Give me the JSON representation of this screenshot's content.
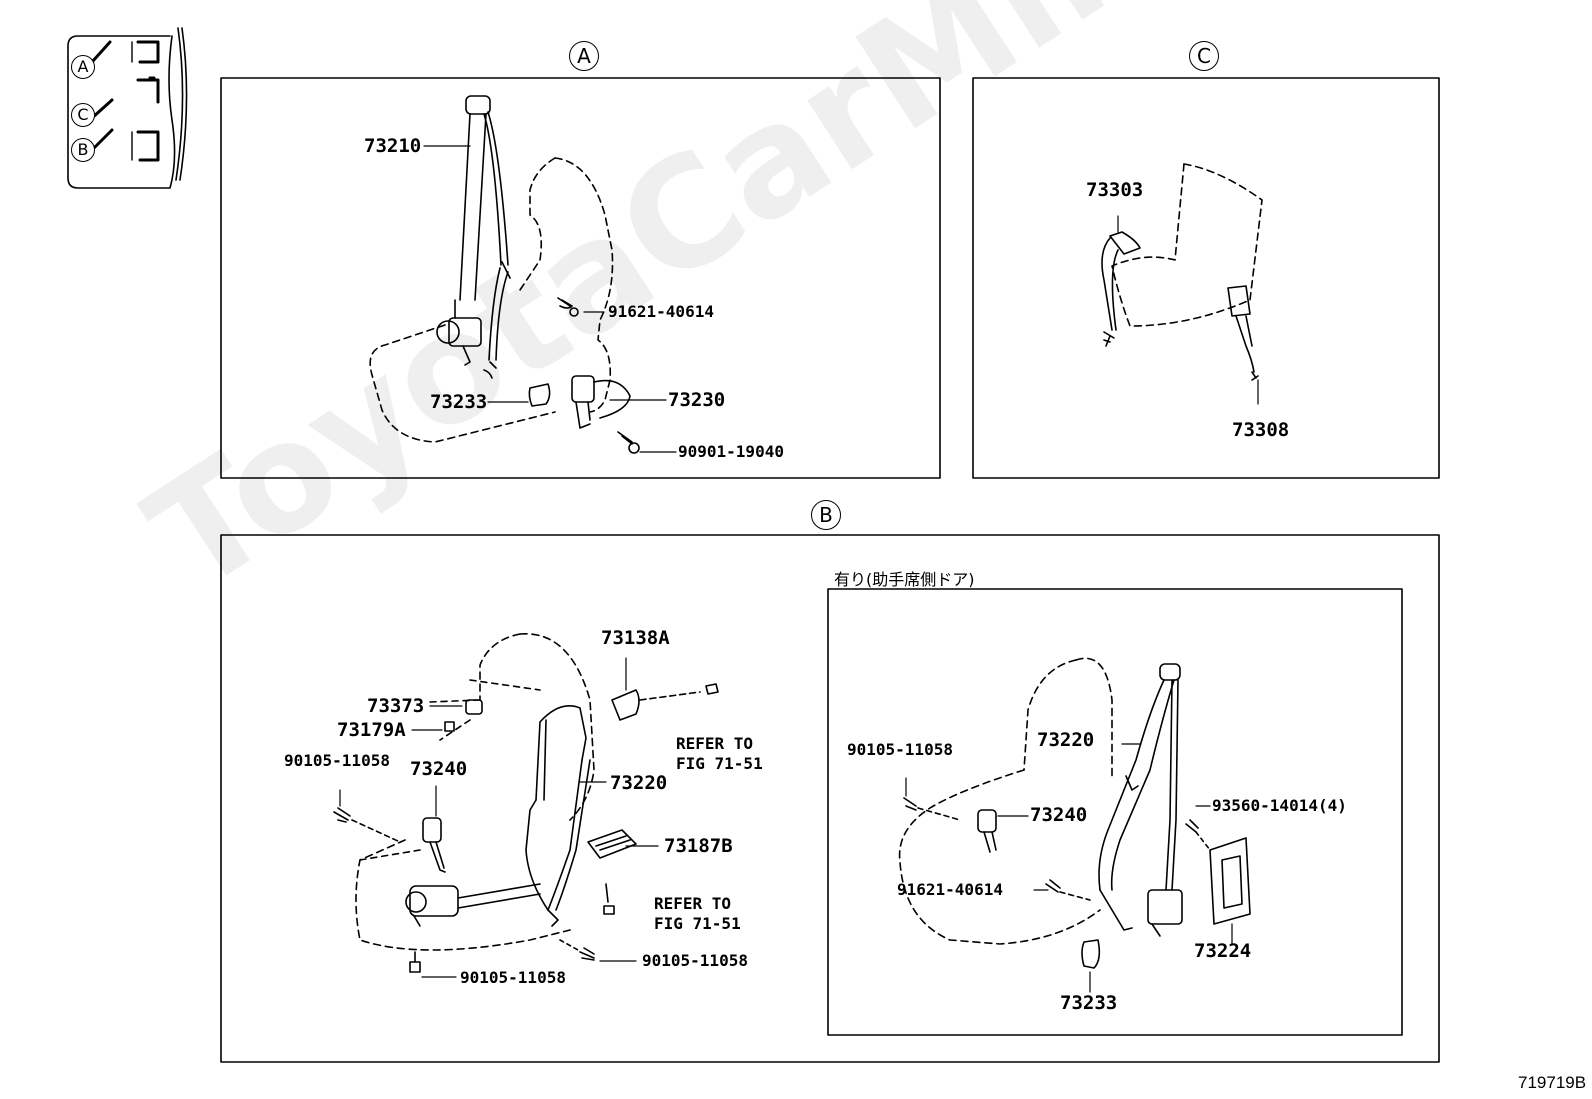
{
  "watermark": "ToyotaCarMine.ru",
  "diagram_code": "719719B",
  "locator": {
    "labels": [
      "A",
      "C",
      "B"
    ]
  },
  "sections": {
    "A": {
      "circle": "A",
      "parts": {
        "p73210": "73210",
        "p91621": "91621-40614",
        "p73233": "73233",
        "p73230": "73230",
        "p90901": "90901-19040"
      }
    },
    "C": {
      "circle": "C",
      "parts": {
        "p73303": "73303",
        "p73308": "73308"
      }
    },
    "B": {
      "circle": "B",
      "parts": {
        "p73138A": "73138A",
        "p73373": "73373",
        "p73179A": "73179A",
        "p90105a": "90105-11058",
        "p73240": "73240",
        "p73220": "73220",
        "p73187B": "73187B",
        "p90105b": "90105-11058",
        "p90105c": "90105-11058"
      },
      "refer1": [
        "REFER TO",
        "FIG 71-51"
      ],
      "refer2": [
        "REFER TO",
        "FIG 71-51"
      ],
      "inset": {
        "condition": "有り(助手席側ドア)",
        "parts": {
          "p90105": "90105-11058",
          "p73220": "73220",
          "p73240": "73240",
          "p93560": "93560-14014(4)",
          "p91621": "91621-40614",
          "p73224": "73224",
          "p73233": "73233"
        }
      }
    }
  }
}
